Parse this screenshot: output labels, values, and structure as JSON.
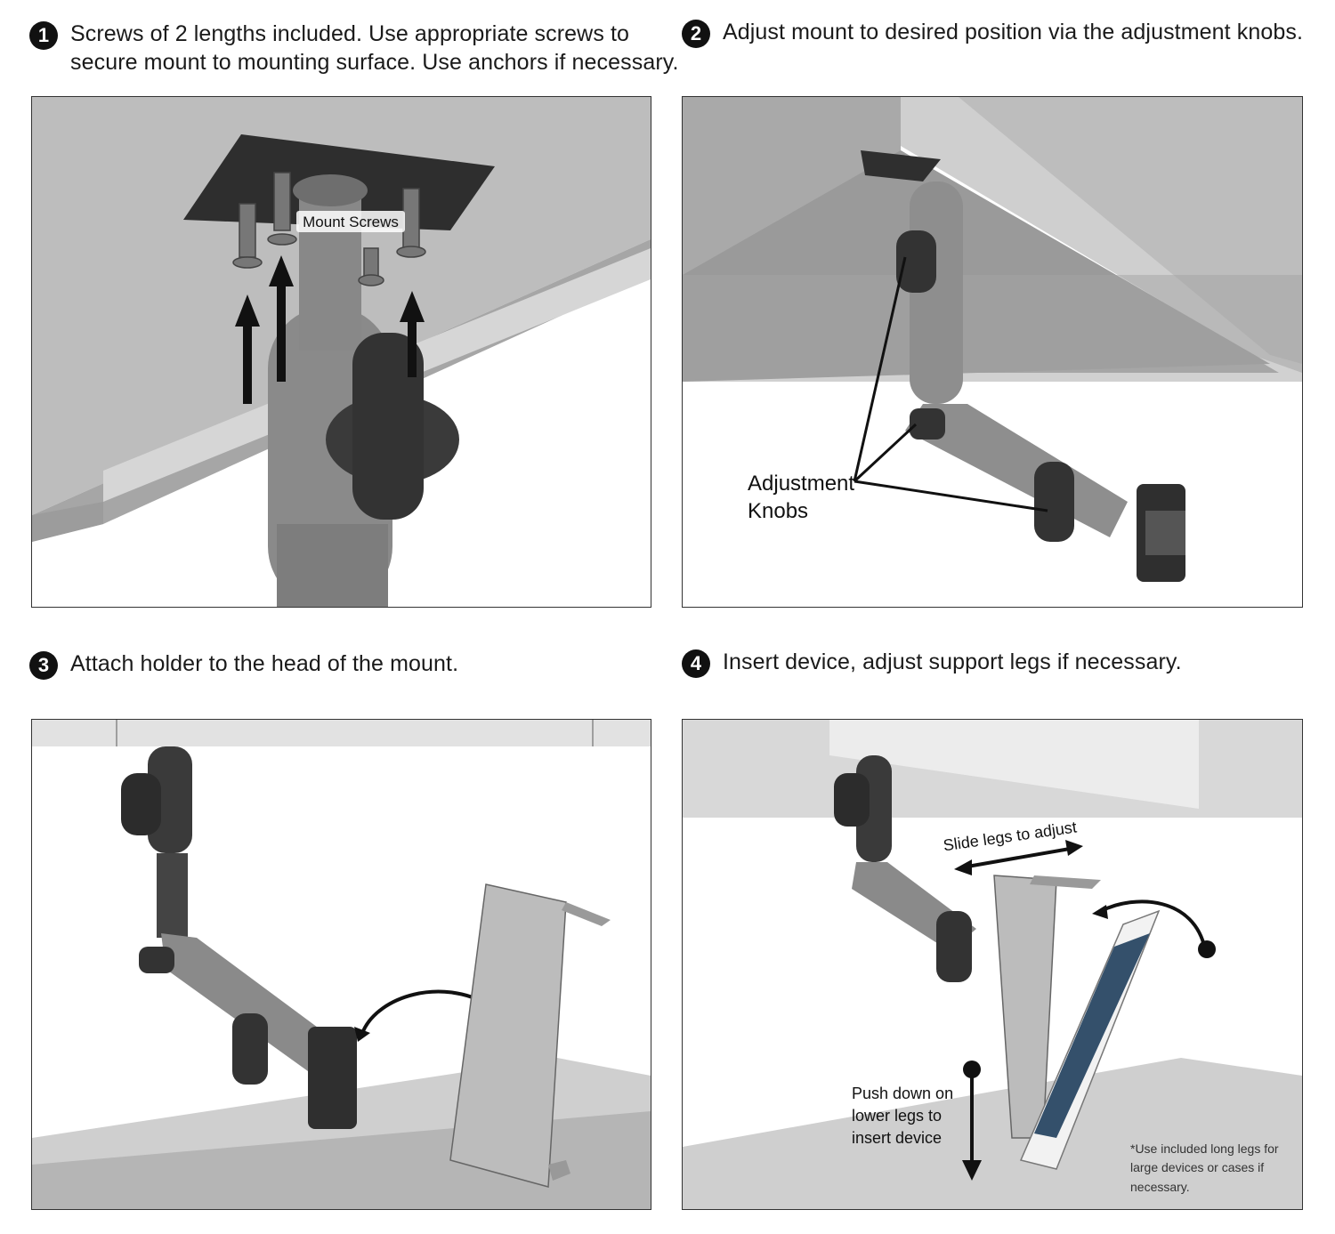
{
  "steps": [
    {
      "number": "1",
      "text_line1": "Screws of 2 lengths included. Use appropriate screws to",
      "text_line2": "secure mount to mounting surface. Use anchors if necessary."
    },
    {
      "number": "2",
      "text_line1": "Adjust mount to desired position via the adjustment knobs."
    },
    {
      "number": "3",
      "text_line1": "Attach holder to the head of the mount."
    },
    {
      "number": "4",
      "text_line1": "Insert device, adjust support legs if necessary."
    }
  ],
  "callouts": {
    "mount_screws": "Mount Screws",
    "adjustment_line1": "Adjustment",
    "adjustment_line2": "Knobs",
    "slide_legs": "Slide legs to adjust",
    "push_line1": "Push down on",
    "push_line2": "lower legs to",
    "push_line3": "insert device",
    "note_line1": "*Use included long legs for",
    "note_line2": "large devices or cases if",
    "note_line3": "necessary."
  },
  "colors": {
    "panel_bg": "#ffffff",
    "surface_light": "#c9c9c9",
    "surface_mid": "#a9a9a9",
    "mount_gray": "#8e8e8e",
    "knob_dark": "#333333",
    "number_badge": "#111111"
  }
}
